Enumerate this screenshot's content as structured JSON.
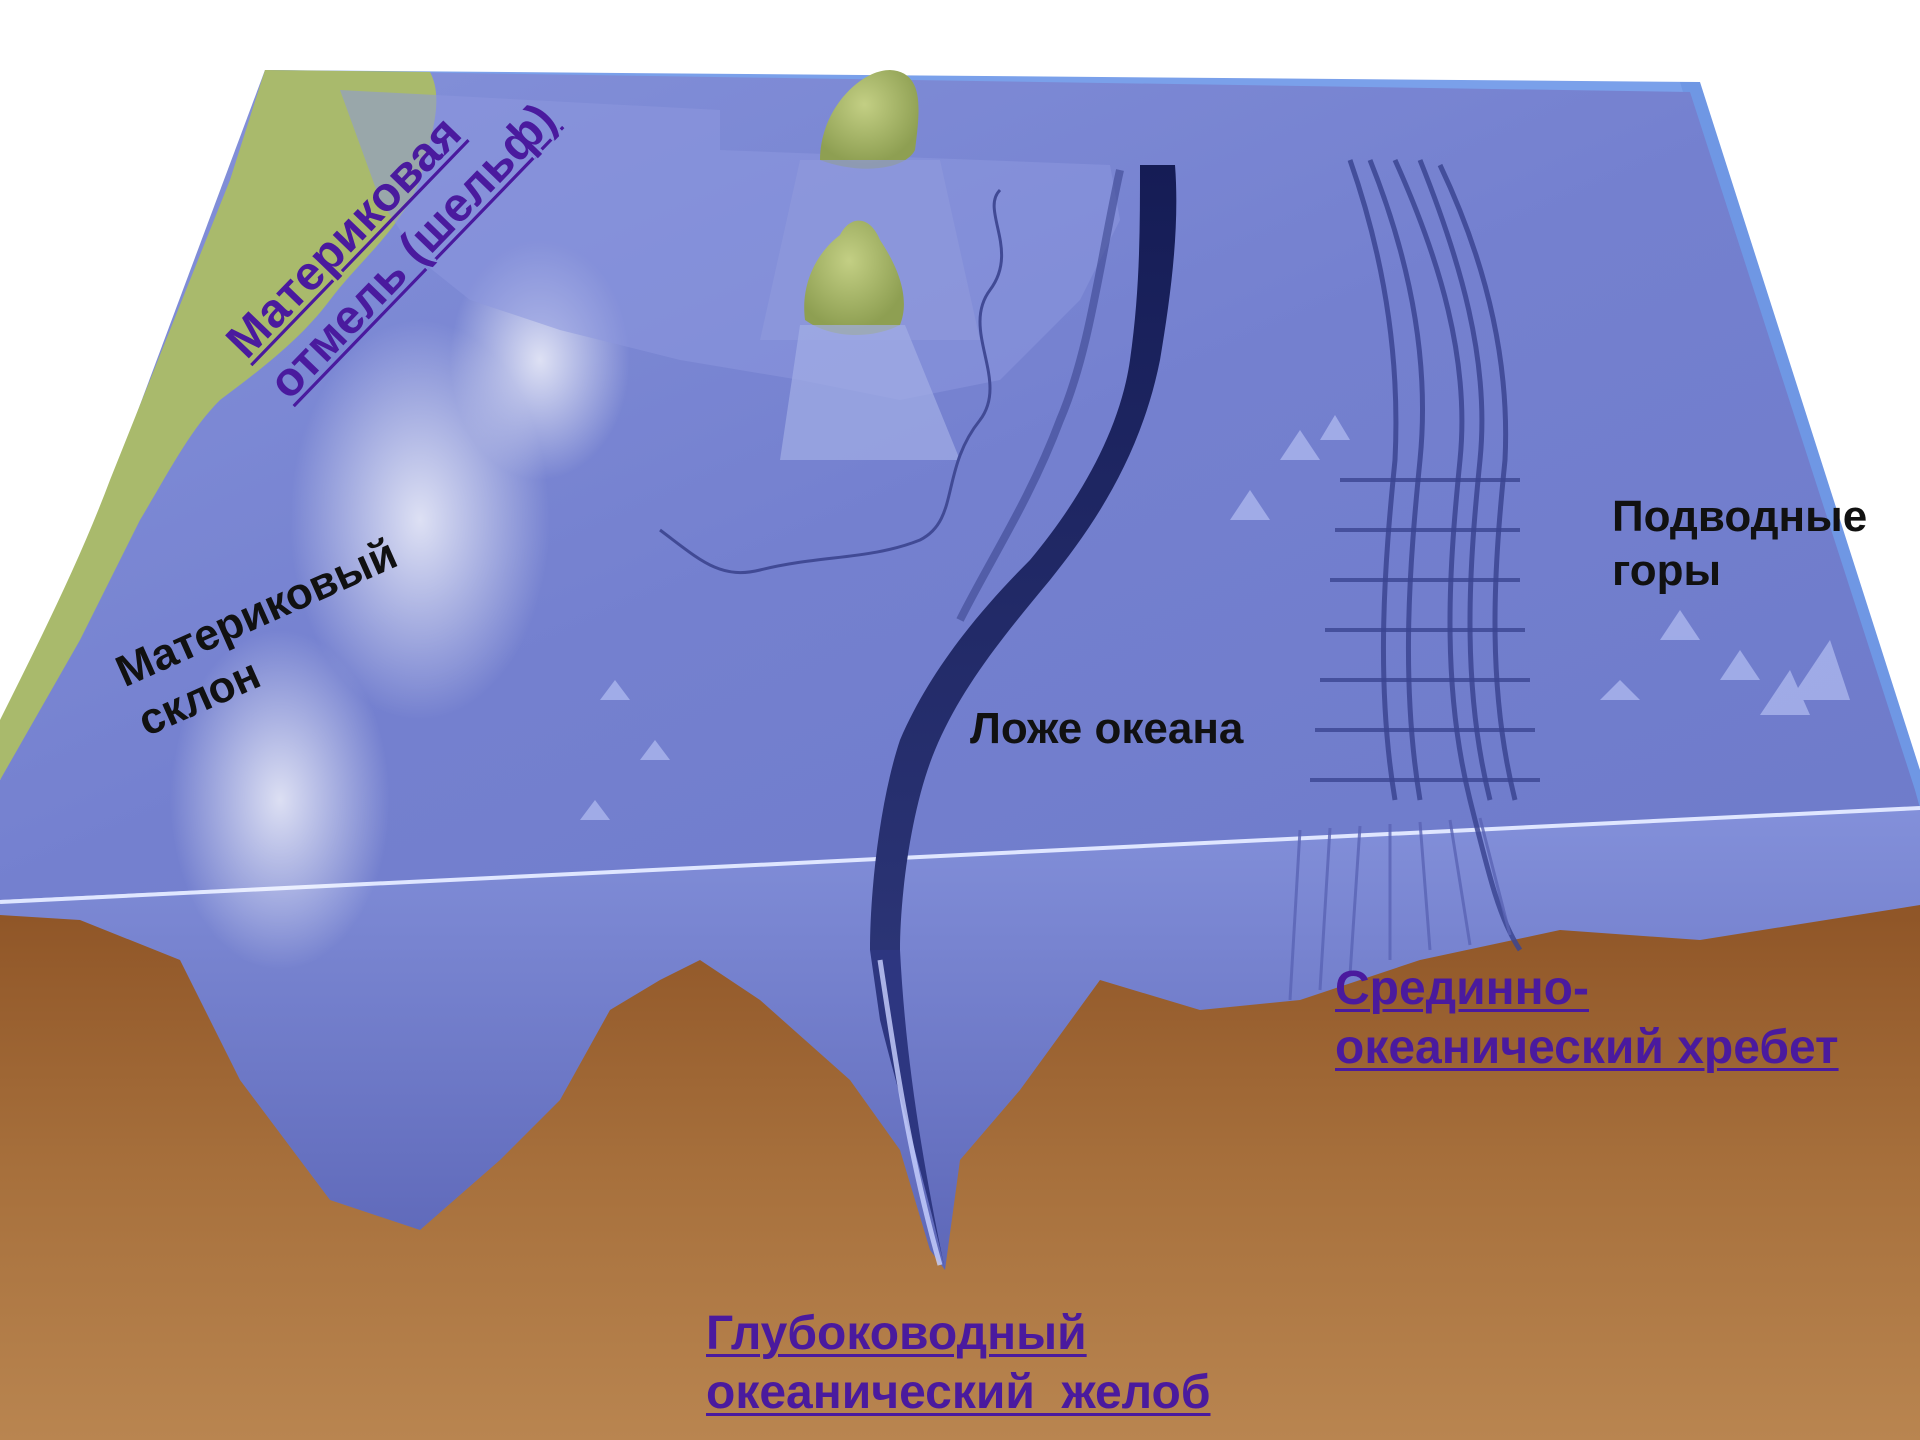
{
  "labels": {
    "shelf": [
      "Материковая",
      "отмель (шельф)"
    ],
    "slope": [
      "Материковый",
      "склон"
    ],
    "ocean_bed": "Ложе океана",
    "seamounts": [
      "Подводные",
      "горы"
    ],
    "ridge": [
      "Срединно-",
      "океанический хребет"
    ],
    "trench": [
      "Глубоководный",
      "океанический  желоб"
    ]
  },
  "colors": {
    "ocean": "#7b86d2",
    "ocean_light": "#a4b0ea",
    "water_top": "#6f9ae6",
    "land": "#a7b86a",
    "earth": "#a46a35",
    "trench": "#1e2660",
    "link_text": "#4a1a9e",
    "plain_text": "#111111"
  }
}
